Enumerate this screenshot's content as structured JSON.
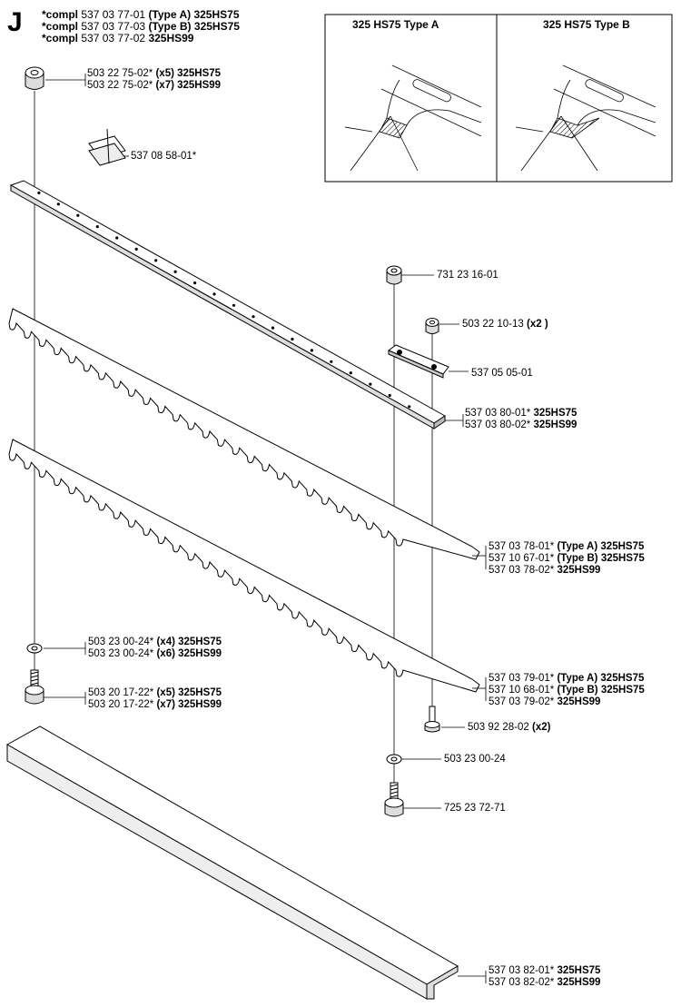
{
  "section_letter": "J",
  "compl": [
    {
      "prefix": "*compl",
      "part": "537 03 77-01",
      "variant": "(Type A)",
      "model": "325HS75"
    },
    {
      "prefix": "*compl",
      "part": "537 03 77-03",
      "variant": "(Type B)",
      "model": "325HS75"
    },
    {
      "prefix": "*compl",
      "part": "537 03 77-02",
      "variant": "",
      "model": "325HS99"
    }
  ],
  "inset": {
    "type_a_title": "325 HS75 Type A",
    "type_b_title": "325 HS75 Type B"
  },
  "callouts": {
    "nut_top": [
      {
        "part": "503 22 75-02*",
        "qty": "(x5)",
        "model": "325HS75"
      },
      {
        "part": "503 22 75-02*",
        "qty": "(x7)",
        "model": "325HS99"
      }
    ],
    "clip": {
      "part": "537 08 58-01*"
    },
    "nut_right": {
      "part": "731 23 16-01"
    },
    "nut_small": {
      "part": "503 22 10-13",
      "qty": "(x2 )"
    },
    "bracket": {
      "part": "537 05 05-01"
    },
    "bar": [
      {
        "part": "537 03 80-01*",
        "model": "325HS75"
      },
      {
        "part": "537 03 80-02*",
        "model": "325HS99"
      }
    ],
    "blade_upper": [
      {
        "part": "537 03 78-01*",
        "variant": "(Type A)",
        "model": "325HS75"
      },
      {
        "part": "537 10 67-01*",
        "variant": "(Type B)",
        "model": "325HS75"
      },
      {
        "part": "537 03 78-02*",
        "variant": "",
        "model": "325HS99"
      }
    ],
    "blade_lower": [
      {
        "part": "537 03 79-01*",
        "variant": "(Type A)",
        "model": "325HS75"
      },
      {
        "part": "537 10 68-01*",
        "variant": "(Type B)",
        "model": "325HS75"
      },
      {
        "part": "537 03 79-02*",
        "variant": "",
        "model": "325HS99"
      }
    ],
    "washer_left": [
      {
        "part": "503 23 00-24*",
        "qty": "(x4)",
        "model": "325HS75"
      },
      {
        "part": "503 23 00-24*",
        "qty": "(x6)",
        "model": "325HS99"
      }
    ],
    "screw_left": [
      {
        "part": "503 20 17-22*",
        "qty": "(x5)",
        "model": "325HS75"
      },
      {
        "part": "503 20 17-22*",
        "qty": "(x7)",
        "model": "325HS99"
      }
    ],
    "screw_small": {
      "part": "503 92 28-02",
      "qty": "(x2)"
    },
    "washer_right": {
      "part": "503 23 00-24"
    },
    "screw_right": {
      "part": "725 23 72-71"
    },
    "guard": [
      {
        "part": "537 03 82-01*",
        "model": "325HS75"
      },
      {
        "part": "537 03 82-02*",
        "model": "325HS99"
      }
    ]
  }
}
